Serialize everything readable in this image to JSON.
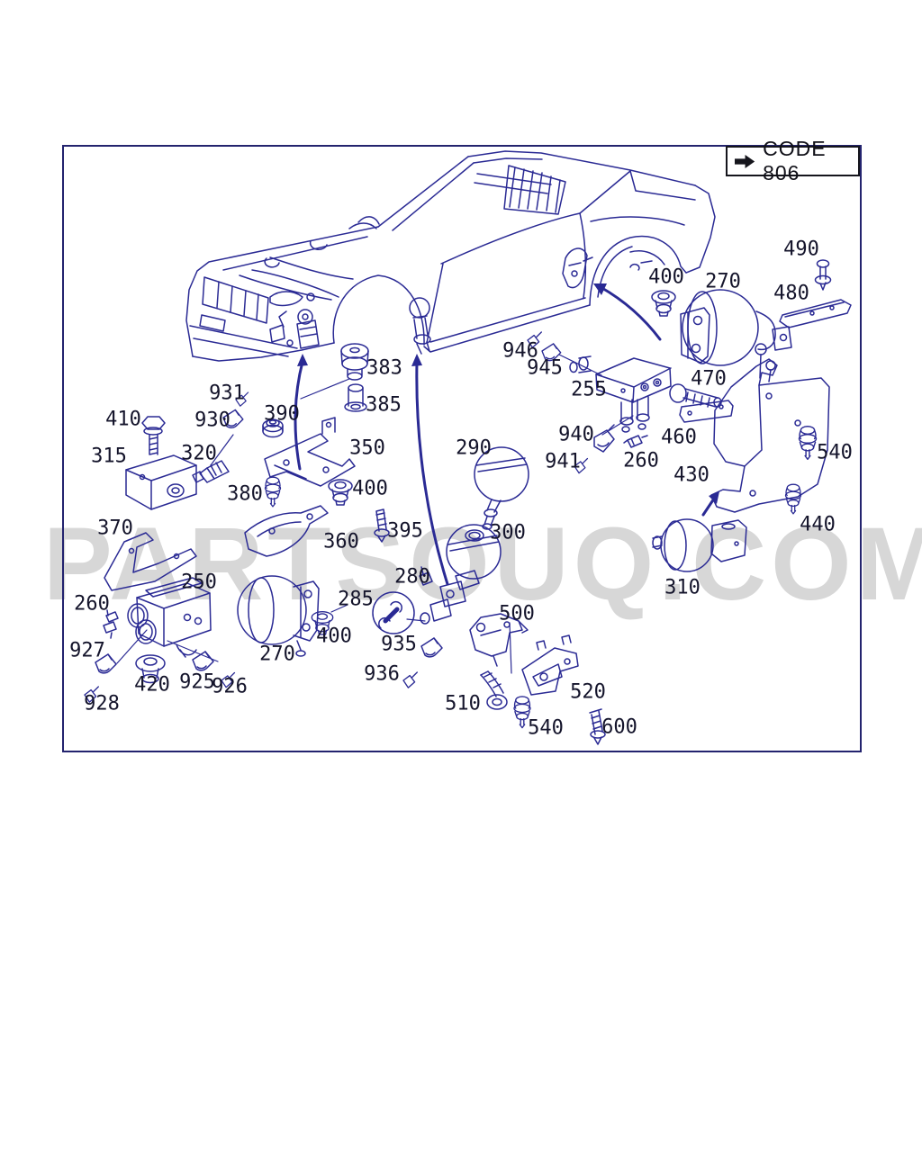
{
  "code_box": {
    "label": "CODE 806"
  },
  "watermark": "PARTSOUQ.COM",
  "colors": {
    "line_art": "#2a2a94",
    "label_text": "#14142b",
    "watermark": "#d7d7d7",
    "border": "#23236e"
  },
  "icons": {
    "code_arrow": "solid-right-arrow"
  },
  "callouts": {
    "c410": "410",
    "c931": "931",
    "c930": "930",
    "c390": "390",
    "c383": "383",
    "c385": "385",
    "c315": "315",
    "c320": "320",
    "c350": "350",
    "c380": "380",
    "c400mid": "400",
    "c290": "290",
    "c300": "300",
    "c395": "395",
    "c360": "360",
    "c370": "370",
    "c250": "250",
    "c260left": "260",
    "c285": "285",
    "c280": "280",
    "c270bottom": "270",
    "c400bottom": "400",
    "c927": "927",
    "c928": "928",
    "c420": "420",
    "c925": "925",
    "c926": "926",
    "c935": "935",
    "c936": "936",
    "c510": "510",
    "c540bottom": "540",
    "c600": "600",
    "c520": "520",
    "c500": "500",
    "c946": "946",
    "c945": "945",
    "c255": "255",
    "c940": "940",
    "c941": "941",
    "c260mid": "260",
    "c460": "460",
    "c470": "470",
    "c430": "430",
    "c400top": "400",
    "c270top": "270",
    "c490": "490",
    "c480": "480",
    "c540right": "540",
    "c440": "440",
    "c310": "310"
  }
}
